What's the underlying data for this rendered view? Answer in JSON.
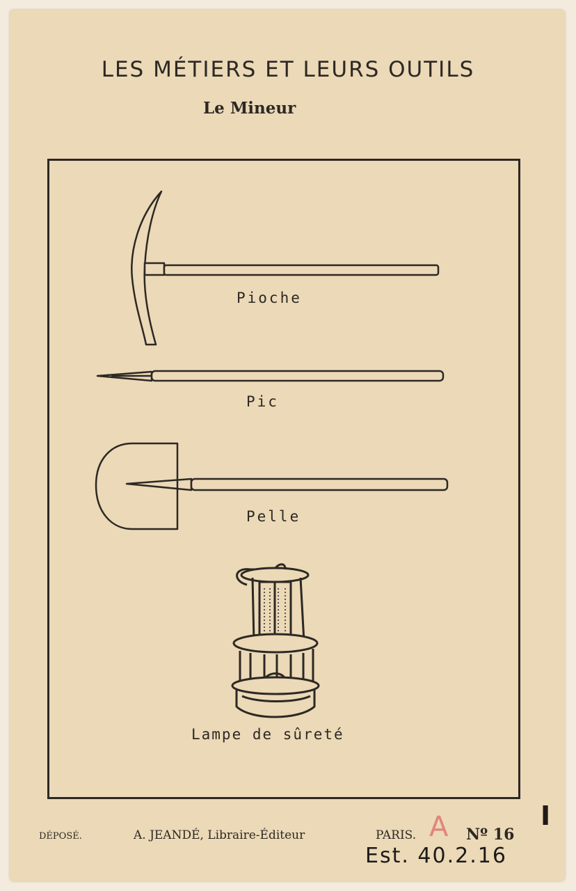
{
  "card": {
    "title": "LES MÉTIERS ET  LEURS OUTILS",
    "subtitle": "Le Mineur",
    "tools": [
      {
        "label": "Pioche"
      },
      {
        "label": "Pic"
      },
      {
        "label": "Pelle"
      },
      {
        "label": "Lampe de sûreté"
      }
    ],
    "footer": {
      "depose": "DÉPOSÉ.",
      "publisher": "A. JEANDÉ, Libraire-Éditeur",
      "city": "PARIS.",
      "number": "Nº 16"
    },
    "annotations": {
      "red_letter": "A",
      "mark": "I",
      "call_number": "Est. 40.2.16"
    },
    "colors": {
      "paper": "#ebd9b7",
      "ink": "#2d2824",
      "red_ink": "#e0857a"
    }
  }
}
